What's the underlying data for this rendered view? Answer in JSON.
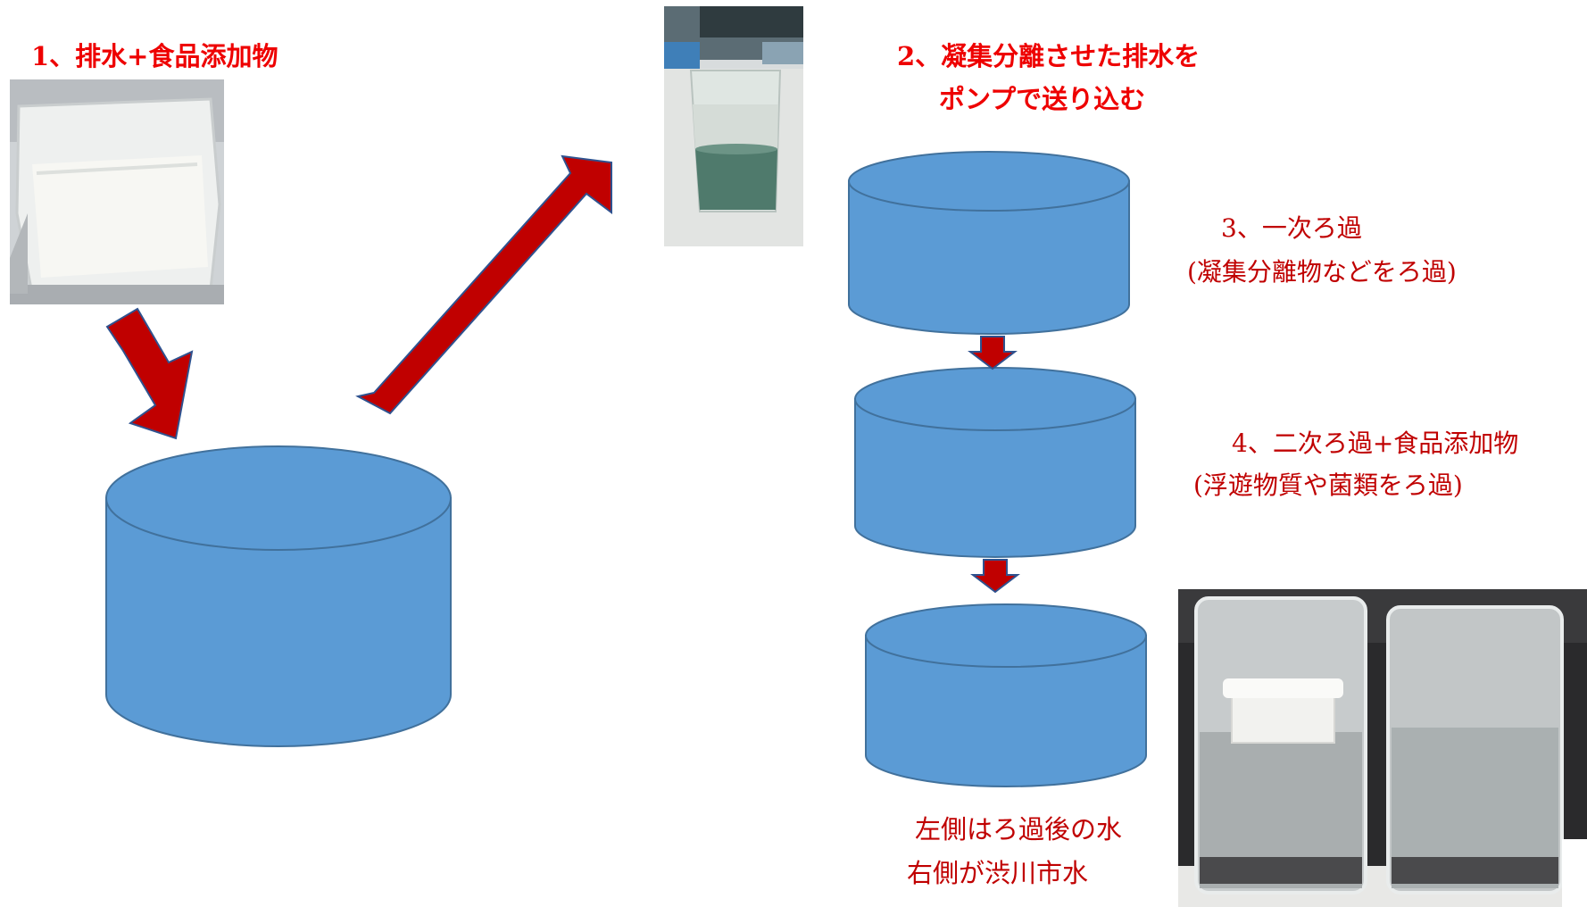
{
  "steps": {
    "step1": "1、排水+食品添加物",
    "step2_line1": "2、凝集分離させた排水を",
    "step2_line2": "ポンプで送り込む",
    "step3_line1": "3、一次ろ過",
    "step3_line2": "(凝集分離物などをろ過)",
    "step4_line1": "4、二次ろ過+食品添加物",
    "step4_line2": "(浮遊物質や菌類をろ過)"
  },
  "result": {
    "line1": "左側はろ過後の水",
    "line2": "右側が渋川市水"
  },
  "colors": {
    "tank_fill": "#5b9bd5",
    "tank_stroke": "#41719c",
    "arrow_fill": "#c00000",
    "arrow_stroke": "#2f528f",
    "step_label": "#ee0000",
    "result_label": "#c00000"
  },
  "icons": {
    "photo1": "white-liquid-container-photo",
    "photo2": "green-water-beaker-photo",
    "photo3": "two-glasses-water-comparison-photo"
  }
}
